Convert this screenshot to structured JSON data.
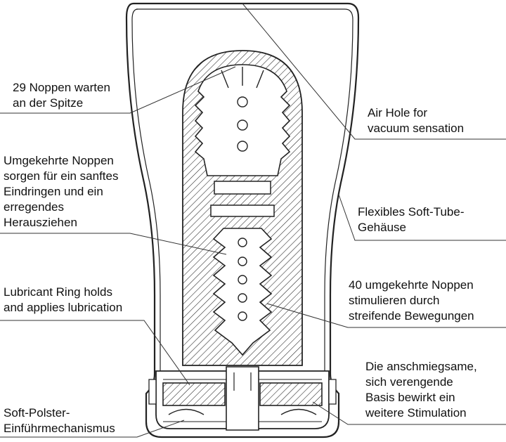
{
  "diagram": {
    "labels": {
      "spitze": "29 Noppen warten\nan der Spitze",
      "umgekehrte": "Umgekehrte Noppen\nsorgen für ein sanftes\nEindringen und ein\nerregendes\nHerausziehen",
      "lubricant": "Lubricant Ring holds\nand applies lubrication",
      "polster": "Soft-Polster-\nEinführmechanismus",
      "airhole": "Air Hole for\nvacuum sensation",
      "gehaeuse": "Flexibles Soft-Tube-\nGehäuse",
      "noppen40": "40 umgekehrte Noppen\nstimulieren durch\nstreifende Bewegungen",
      "basis": "Die anschmiegsame,\nsich verengende\nBasis bewirkt ein\nweitere Stimulation"
    }
  }
}
